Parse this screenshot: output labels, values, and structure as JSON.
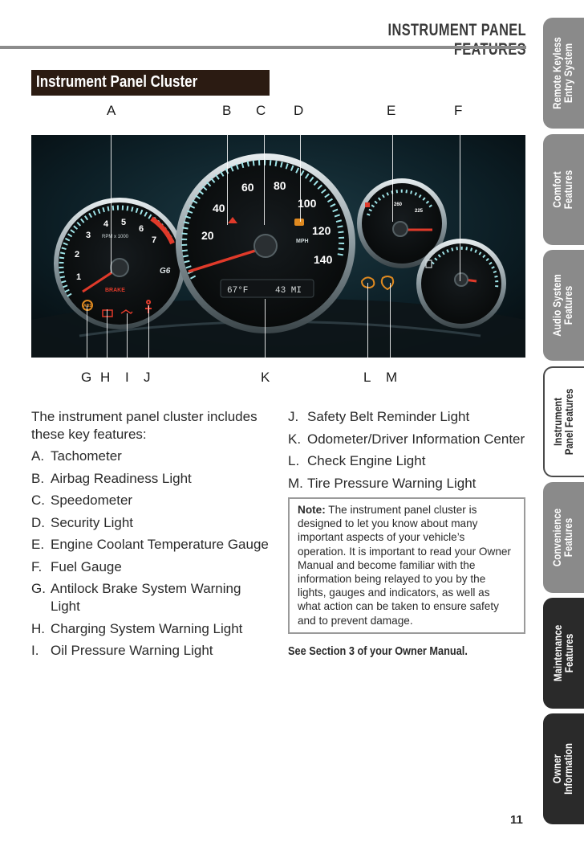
{
  "header": {
    "title": "INSTRUMENT PANEL FEATURES"
  },
  "section": {
    "title": "Instrument Panel Cluster"
  },
  "callouts_top": [
    "A",
    "B",
    "C",
    "D",
    "E",
    "F"
  ],
  "callouts_bottom": [
    "G",
    "H",
    "I",
    "J",
    "K",
    "L",
    "M"
  ],
  "photo": {
    "gauges": {
      "tachometer_numbers": [
        "1",
        "2",
        "3",
        "4",
        "5",
        "6",
        "7"
      ],
      "tachometer_unit": "RPM x 1000",
      "speedometer_numbers": [
        "20",
        "40",
        "60",
        "80",
        "100",
        "120",
        "140"
      ],
      "speedometer_unit": "MPH",
      "coolant_numbers": [
        "260",
        "225"
      ],
      "brake_label": "BRAKE",
      "g6_label": "G6",
      "dic_temp": "67°F",
      "dic_miles": "43 MI",
      "abs_label": "ABS"
    }
  },
  "intro": "The instrument panel cluster includes these key features:",
  "features_left": [
    {
      "key": "A.",
      "label": "Tachometer"
    },
    {
      "key": "B.",
      "label": "Airbag Readiness Light"
    },
    {
      "key": "C.",
      "label": "Speedometer"
    },
    {
      "key": "D.",
      "label": "Security Light"
    },
    {
      "key": "E.",
      "label": "Engine Coolant Temperature Gauge"
    },
    {
      "key": "F.",
      "label": "Fuel Gauge"
    },
    {
      "key": "G.",
      "label": "Antilock Brake System Warning Light"
    },
    {
      "key": "H.",
      "label": "Charging System Warning Light"
    },
    {
      "key": "I.",
      "label": "Oil Pressure Warning Light"
    }
  ],
  "features_right": [
    {
      "key": "J.",
      "label": "Safety Belt Reminder Light"
    },
    {
      "key": "K.",
      "label": "Odometer/Driver Information Center"
    },
    {
      "key": "L.",
      "label": "Check Engine Light"
    },
    {
      "key": "M.",
      "label": "Tire Pressure Warning Light"
    }
  ],
  "note": {
    "label": "Note:",
    "text": "The instrument panel cluster is designed to let you know about many important aspects of your vehicle’s operation. It is important to read your Owner Manual and become familiar with the information being relayed to you by the lights, gauges and indicators, as well as what action can be taken to ensure safety and to prevent damage."
  },
  "see_section": "See Section 3 of your Owner Manual.",
  "page_number": "11",
  "tabs": [
    {
      "line1": "Remote Keyless",
      "line2": "Entry System"
    },
    {
      "line1": "Comfort",
      "line2": "Features"
    },
    {
      "line1": "Audio System",
      "line2": "Features"
    },
    {
      "line1": "Instrument",
      "line2": "Panel Features"
    },
    {
      "line1": "Convenience",
      "line2": "Features"
    },
    {
      "line1": "Maintenance",
      "line2": "Features"
    },
    {
      "line1": "Owner",
      "line2": "Information"
    }
  ],
  "colors": {
    "section_bar": "#2b1b12",
    "tab_gray": "#8a8a8a",
    "tab_dark": "#2a2a2a",
    "needle_red": "#e03a2a",
    "warning_amber": "#e08a20"
  }
}
